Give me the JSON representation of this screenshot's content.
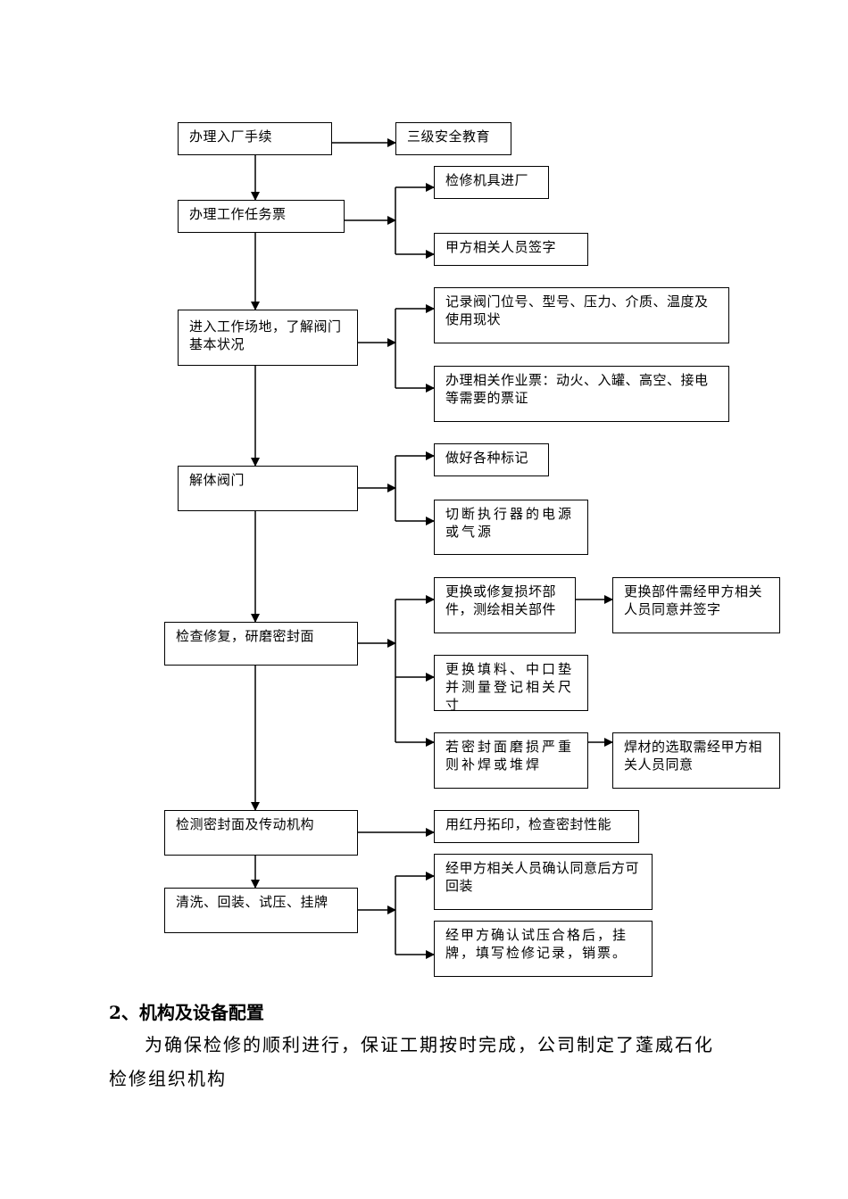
{
  "flowchart": {
    "main_steps": [
      "办理入厂手续",
      "办理工作任务票",
      "进入工作场地，了解阀门基本状况",
      "解体阀门",
      "检查修复，研磨密封面",
      "检测密封面及传动机构",
      "清洗、回装、试压、挂牌"
    ],
    "details": [
      "三级安全教育",
      "检修机具进厂",
      "甲方相关人员签字",
      "记录阀门位号、型号、压力、介质、温度及使用现状",
      "办理相关作业票：动火、入罐、高空、接电等需要的票证",
      "做好各种标记",
      "切断执行器的电源或气源",
      "更换或修复损坏部件，测绘相关部件",
      "更换部件需经甲方相关人员同意并签字",
      "更换填料、中口垫并测量登记相关尺寸",
      "若密封面磨损严重则补焊或堆焊",
      "焊材的选取需经甲方相关人员同意",
      "用红丹拓印，检查密封性能",
      "经甲方相关人员确认同意后方可回装",
      "经甲方确认试压合格后，挂牌，填写检修记录，销票。"
    ]
  },
  "section": {
    "heading": "2、机构及设备配置",
    "paragraph_line1": "为确保检修的顺利进行，保证工期按时完成，公司制定了蓬威石化",
    "paragraph_line2": "检修组织机构"
  }
}
